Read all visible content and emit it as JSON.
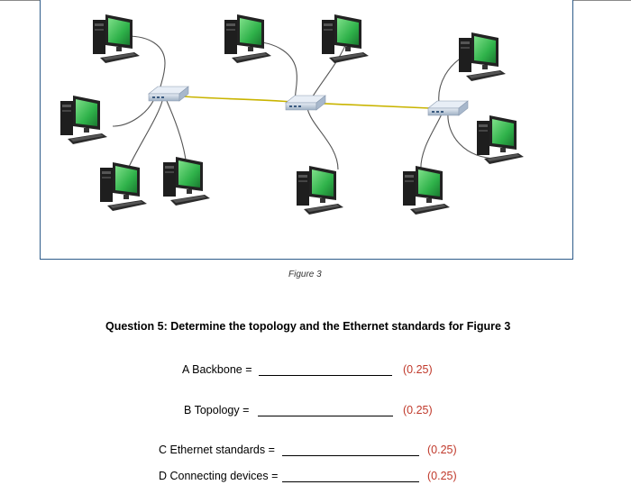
{
  "figure": {
    "caption": "Figure 3",
    "icons": [
      "computer-icon",
      "network-switch-icon"
    ]
  },
  "question": {
    "text": "Question 5: Determine the topology and the Ethernet standards for Figure 3"
  },
  "answers": [
    {
      "label": "A Backbone  =",
      "score": "(0.25)"
    },
    {
      "label": "B Topology =",
      "score": "(0.25)"
    },
    {
      "label": "C Ethernet standards =",
      "score": "(0.25)"
    },
    {
      "label": "D Connecting devices =",
      "score": "(0.25)"
    }
  ],
  "colors": {
    "frame_border": "#2e5c8a",
    "score_text": "#c0392b",
    "screen": "#2fb24a",
    "switch": "#c8d3e0"
  }
}
